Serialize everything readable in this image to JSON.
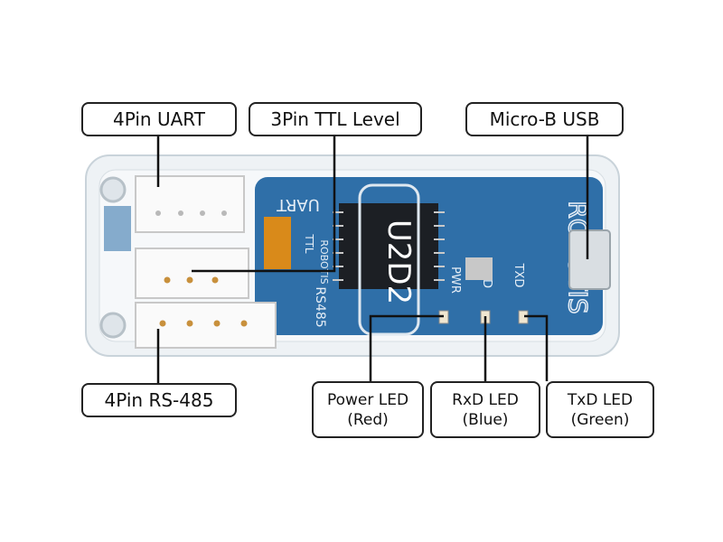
{
  "callouts": {
    "uart": "4Pin UART",
    "ttl": "3Pin TTL Level",
    "usb": "Micro-B USB",
    "rs485": "4Pin RS-485",
    "power_led": {
      "line1": "Power LED",
      "line2": "(Red)"
    },
    "rxd_led": {
      "line1": "RxD LED",
      "line2": "(Blue)"
    },
    "txd_led": {
      "line1": "TxD LED",
      "line2": "(Green)"
    }
  },
  "board": {
    "chip_label": "U2D2",
    "brand": "ROBOTIS",
    "silk_uart": "UART",
    "silk_ttl": "TTL",
    "silk_rs485": "RS485",
    "silk_pwr": "PWR",
    "silk_rxd": "RXD",
    "silk_txd": "TXD"
  },
  "colors": {
    "pcb": "#2f6fa8",
    "case": "#e8eef2",
    "outline": "#222222"
  }
}
